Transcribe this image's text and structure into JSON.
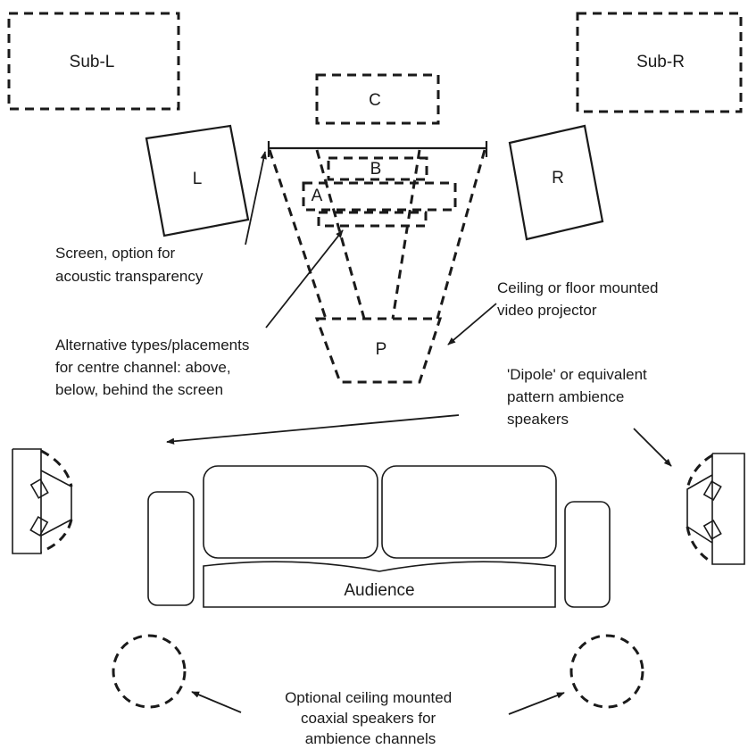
{
  "speakers": {
    "sub_left": "Sub-L",
    "sub_right": "Sub-R",
    "centre": "C",
    "left": "L",
    "right": "R",
    "centre_option_a": "A",
    "centre_option_b": "B",
    "projector": "P"
  },
  "seating": {
    "audience": "Audience"
  },
  "annotations": {
    "screen": [
      "Screen, option for",
      "acoustic transparency"
    ],
    "projector": [
      "Ceiling or floor mounted",
      "video projector"
    ],
    "centre_alternatives": [
      "Alternative types/placements",
      "for centre channel: above,",
      "below, behind the screen"
    ],
    "dipole": [
      "'Dipole' or equivalent",
      "pattern ambience",
      "speakers"
    ],
    "ceiling_coaxial": [
      "Optional ceiling mounted",
      "coaxial speakers for",
      "ambience channels"
    ]
  }
}
